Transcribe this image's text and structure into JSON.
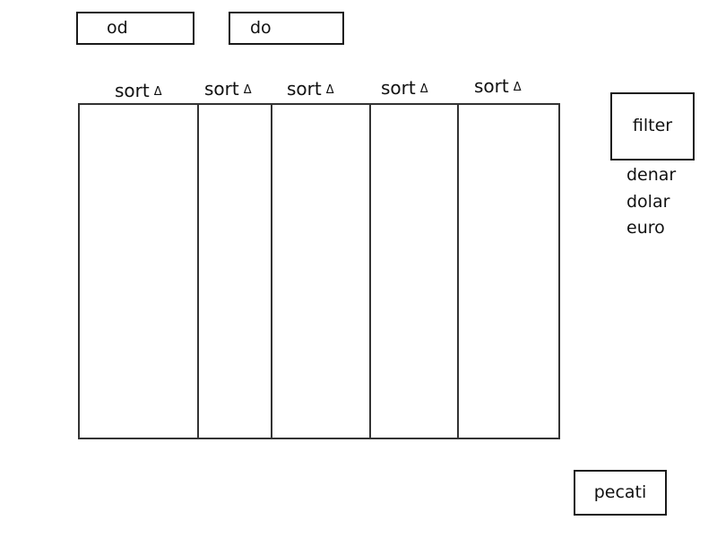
{
  "range": {
    "from_label": "od",
    "to_label": "do"
  },
  "table": {
    "sort_headers": [
      {
        "label": "sort",
        "icon": "triangle-up-icon",
        "icon_glyph": "Δ"
      },
      {
        "label": "sort",
        "icon": "triangle-up-icon",
        "icon_glyph": "Δ"
      },
      {
        "label": "sort",
        "icon": "triangle-up-icon",
        "icon_glyph": "Δ"
      },
      {
        "label": "sort",
        "icon": "triangle-up-icon",
        "icon_glyph": "Δ"
      },
      {
        "label": "sort",
        "icon": "triangle-up-icon",
        "icon_glyph": "Δ"
      }
    ],
    "rows": []
  },
  "filter": {
    "button_label": "filter",
    "options": [
      "denar",
      "dolar",
      "euro"
    ]
  },
  "print": {
    "button_label": "pecati"
  }
}
